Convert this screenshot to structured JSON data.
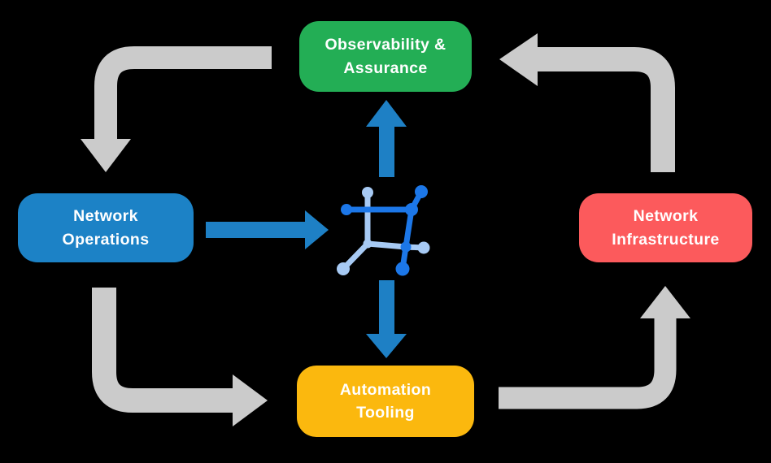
{
  "colors": {
    "background": "#000000",
    "text": "#FFFFFF",
    "gray_arrow": "#CBCBCB",
    "blue_arrow": "#1E80C5",
    "icon_dark": "#1C77E8",
    "icon_light": "#A7CAF4",
    "observability": "#23AE55",
    "operations": "#1C82C6",
    "infrastructure": "#FC5A5C",
    "automation": "#FBB80E"
  },
  "nodes": {
    "observability": {
      "label": "Observability &\nAssurance"
    },
    "operations": {
      "label": "Network\nOperations"
    },
    "infrastructure": {
      "label": "Network\nInfrastructure"
    },
    "automation": {
      "label": "Automation\nTooling"
    }
  },
  "icons": {
    "center": "network-fabric-icon"
  },
  "flows": [
    {
      "from": "observability",
      "to": "operations",
      "style": "gray-cycle"
    },
    {
      "from": "operations",
      "to": "automation",
      "style": "gray-cycle"
    },
    {
      "from": "automation",
      "to": "infrastructure",
      "style": "gray-cycle"
    },
    {
      "from": "infrastructure",
      "to": "observability",
      "style": "gray-cycle"
    },
    {
      "from": "operations",
      "to": "center-icon",
      "style": "blue"
    },
    {
      "from": "center-icon",
      "to": "observability",
      "style": "blue"
    },
    {
      "from": "center-icon",
      "to": "automation",
      "style": "blue"
    }
  ]
}
